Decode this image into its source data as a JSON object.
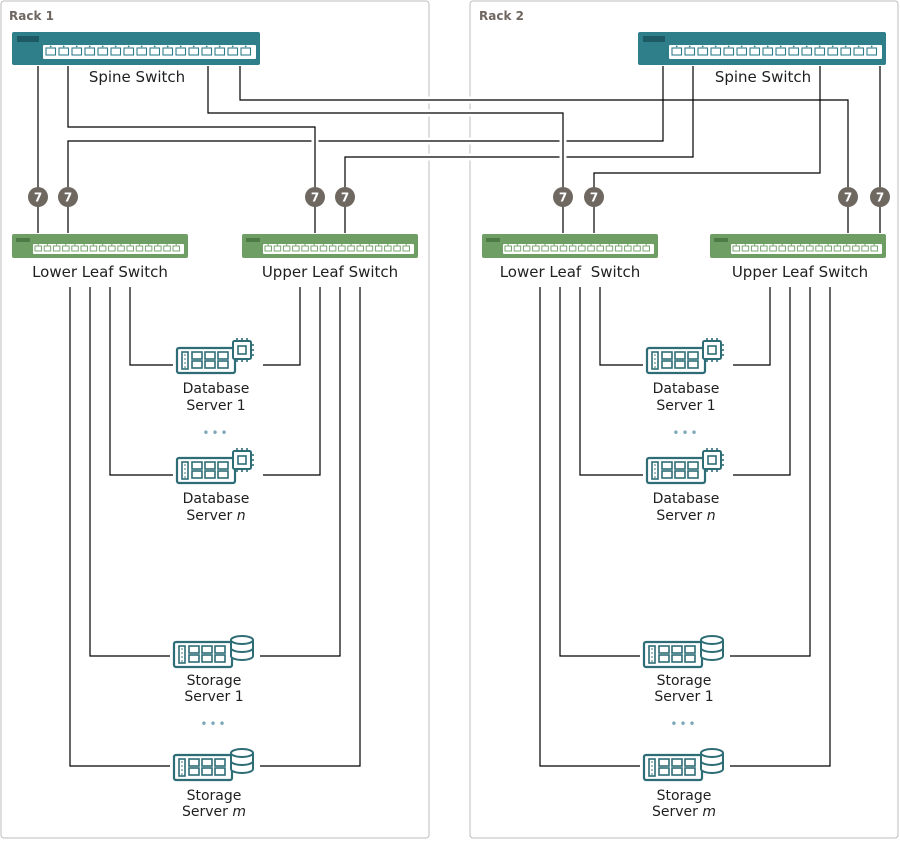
{
  "colors": {
    "spine": "#2e7f8a",
    "leaf": "#6e9e64",
    "server": "#2e6d76",
    "badge": "#6e6861",
    "rack_border": "#bdbdbd",
    "ellipsis": "#7ea7b7"
  },
  "racks": [
    {
      "title": "Rack 1",
      "spine_label": "Spine Switch",
      "lower_leaf_label": "Lower Leaf Switch",
      "upper_leaf_label": "Upper Leaf Switch",
      "db_server_1": [
        "Database",
        "Server 1"
      ],
      "db_server_n": [
        "Database",
        "Server ",
        "n"
      ],
      "storage_server_1": [
        "Storage",
        "Server 1"
      ],
      "storage_server_m": [
        "Storage",
        "Server ",
        "m"
      ]
    },
    {
      "title": "Rack 2",
      "spine_label": "Spine Switch",
      "lower_leaf_label": "Lower Leaf  Switch",
      "upper_leaf_label": "Upper Leaf Switch",
      "db_server_1": [
        "Database",
        "Server 1"
      ],
      "db_server_n": [
        "Database",
        "Server ",
        "n"
      ],
      "storage_server_1": [
        "Storage",
        "Server 1"
      ],
      "storage_server_m": [
        "Storage",
        "Server ",
        "m"
      ]
    }
  ],
  "badge_label": "7",
  "ellipsis_glyph": "•••"
}
